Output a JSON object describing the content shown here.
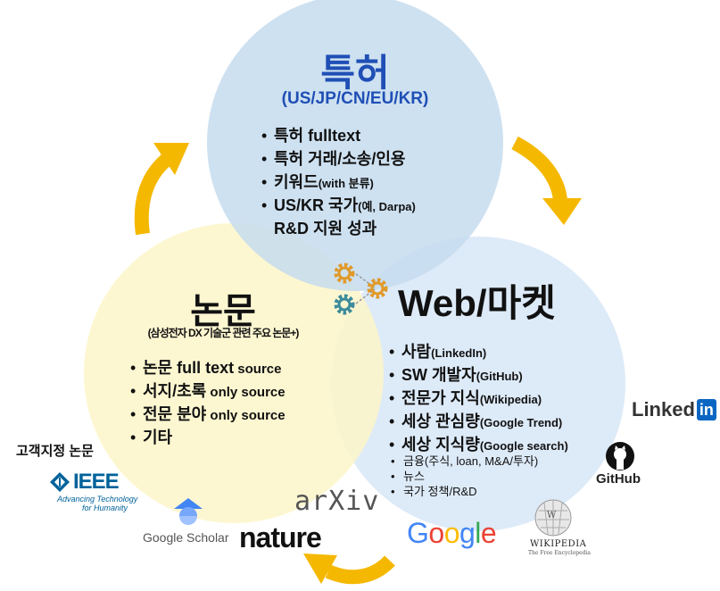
{
  "patent": {
    "title": "특허",
    "subtitle": "(US/JP/CN/EU/KR)",
    "items": [
      {
        "main": "특허 fulltext",
        "note": ""
      },
      {
        "main": "특허 거래/소송/인용",
        "note": ""
      },
      {
        "main": "키워드",
        "note": "(with 분류)"
      },
      {
        "main": "US/KR 국가",
        "note": "(예, Darpa)"
      }
    ],
    "continuation": "R&D 지원 성과"
  },
  "paper": {
    "title": "논문",
    "subtitle": "(삼성전자 DX 기술군 관련 주요 논문+)",
    "items": [
      {
        "main": "논문 full text",
        "note": " source"
      },
      {
        "main": "서지/초록",
        "note": " only source"
      },
      {
        "main": "전문 분야",
        "note": " only source"
      },
      {
        "main": "기타",
        "note": ""
      }
    ]
  },
  "web": {
    "title": "Web/마켓",
    "items": [
      {
        "main": "사람",
        "note": "(LinkedIn)"
      },
      {
        "main": "SW 개발자",
        "note": "(GitHub)"
      },
      {
        "main": "전문가 지식",
        "note": "(Wikipedia)"
      },
      {
        "main": "세상 관심량",
        "note": "(Google Trend)"
      },
      {
        "main": "세상 지식량",
        "note": "(Google search)"
      }
    ],
    "small_items": [
      "금융(주식, loan, M&A/투자)",
      "뉴스",
      "국가 정책/R&D"
    ]
  },
  "customer_papers_label": "고객지정 논문",
  "logos": {
    "ieee": "IEEE",
    "ieee_tagline_1": "Advancing Technology",
    "ieee_tagline_2": "for Humanity",
    "scholar": "Google Scholar",
    "arxiv": "arXiv",
    "nature": "nature",
    "google": "Google",
    "wikipedia": "WIKIPEDIA",
    "wikipedia_tagline": "The Free Encyclopedia",
    "linkedin_word": "Linked",
    "linkedin_in": "in",
    "github": "GitHub"
  },
  "colors": {
    "patent_circle": "#c6dcef",
    "paper_circle": "#fdf6c9",
    "web_circle": "#d9e8f7",
    "arrow": "#f5b800",
    "patent_title": "#1f4fb5",
    "gear_orange": "#e09a2a",
    "gear_teal": "#3c8b9c"
  }
}
